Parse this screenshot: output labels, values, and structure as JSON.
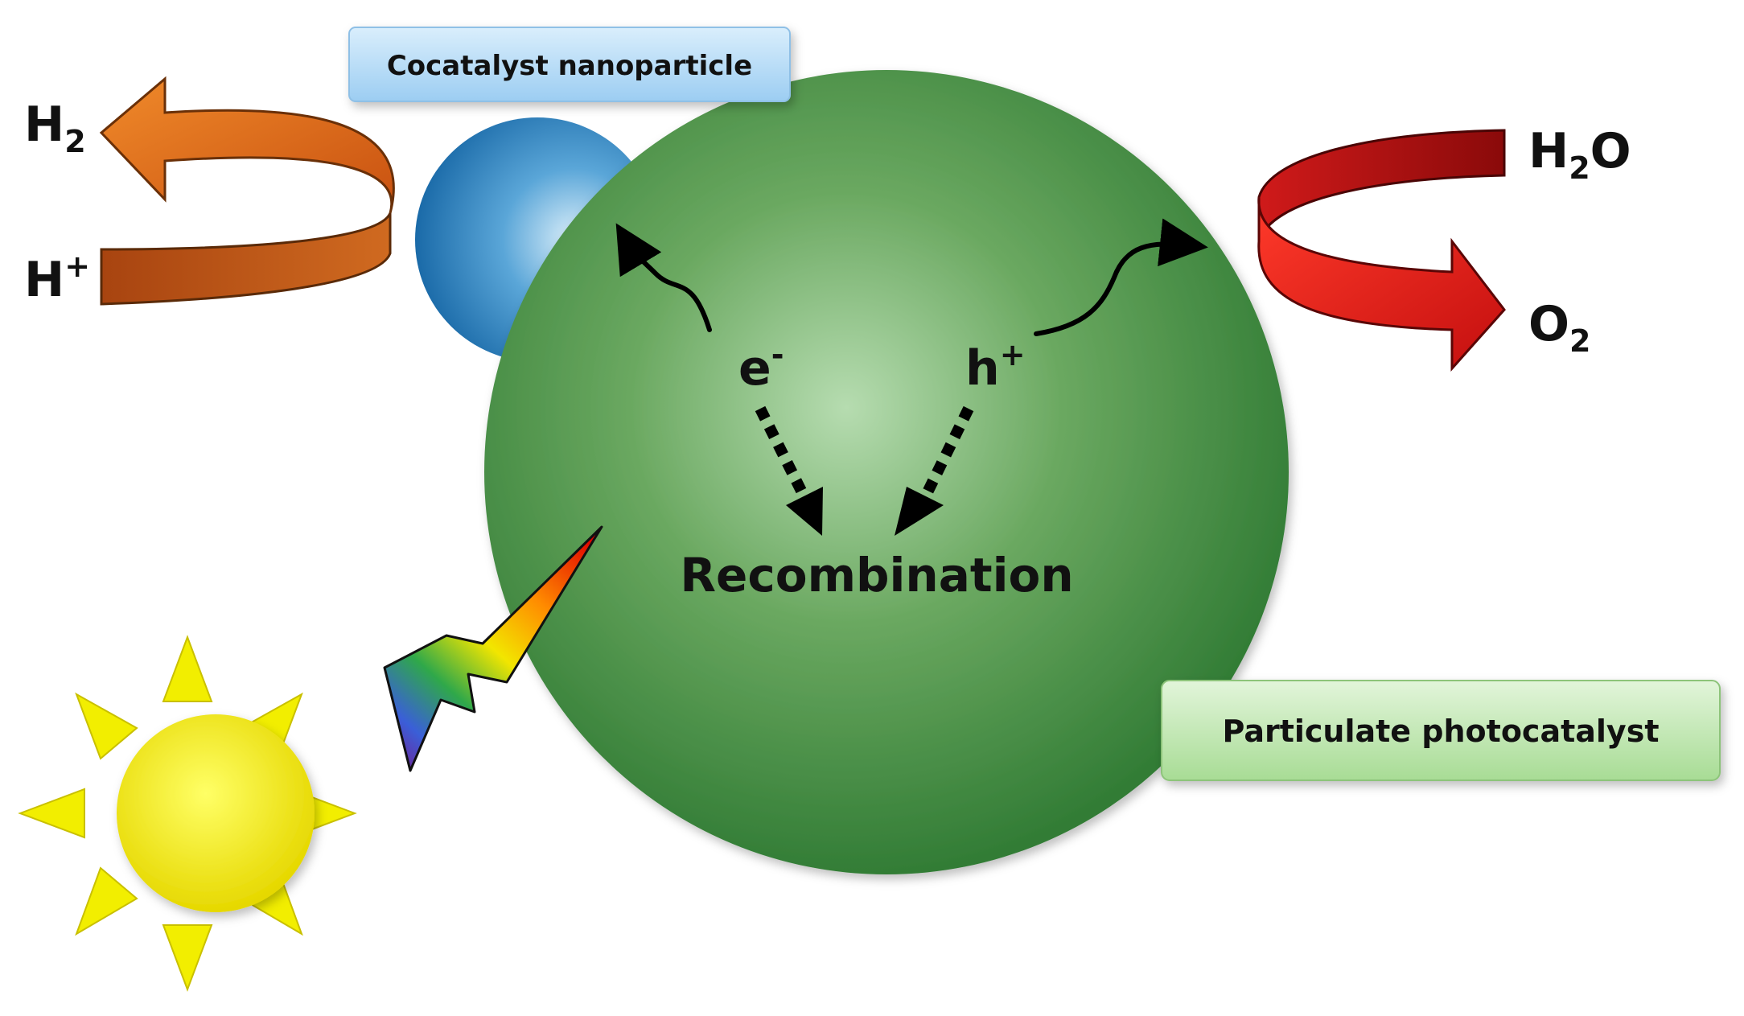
{
  "labels": {
    "cocatalyst": "Cocatalyst nanoparticle",
    "photocatalyst": "Particulate photocatalyst",
    "recombination": "Recombination",
    "electron": {
      "base": "e",
      "sup": "-"
    },
    "hole": {
      "base": "h",
      "sup": "+"
    },
    "h2": {
      "base": "H",
      "sub": "2"
    },
    "h_plus": {
      "base": "H",
      "sup": "+"
    },
    "h2o": {
      "base": "H",
      "sub": "2",
      "tail": "O"
    },
    "o2": {
      "base": "O",
      "sub": "2"
    }
  },
  "colors": {
    "photocatalyst_sphere": "#4a9a4a",
    "cocatalyst_sphere": "#2a86c4",
    "reduction_arrow": "#d9661b",
    "oxidation_arrow": "#e21b1b",
    "sun": "#f2ee00",
    "cocatalyst_box": "#a9d5f5",
    "photocatalyst_box": "#b5e3a6"
  }
}
